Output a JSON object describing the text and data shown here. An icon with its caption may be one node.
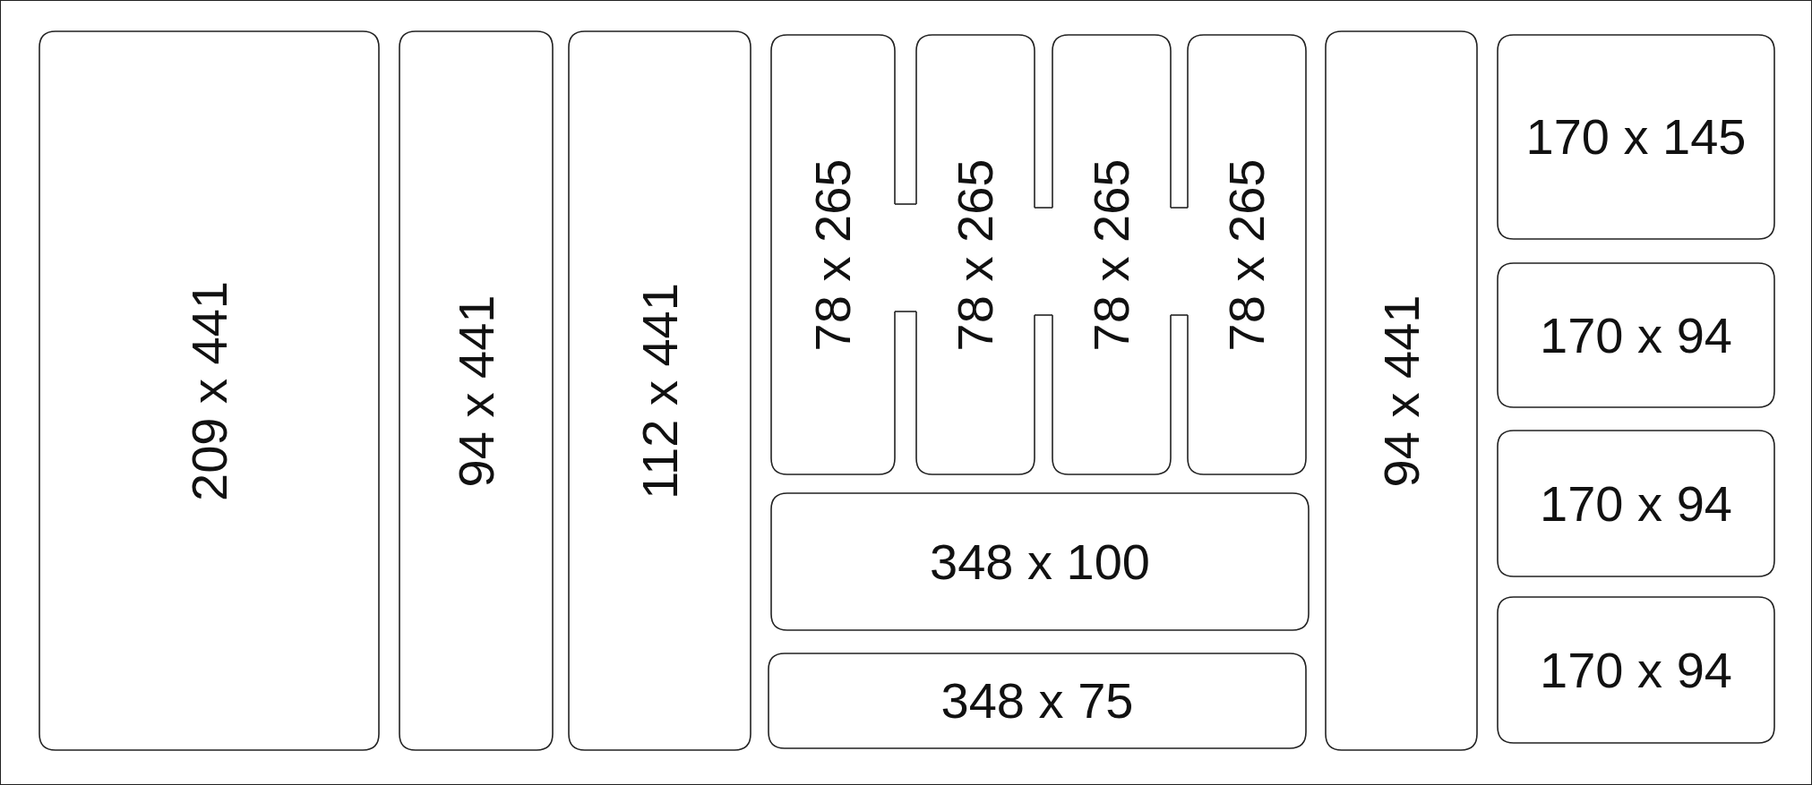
{
  "diagram": {
    "nodes": [
      {
        "text": [
          "209 x 441"
        ]
      },
      {
        "text": [
          "94 x 441"
        ]
      },
      {
        "text": [
          "112 x 441"
        ]
      },
      {
        "text": [
          "78 x 265"
        ]
      },
      {
        "text": [
          "78 x 265"
        ]
      },
      {
        "text": [
          "78 x 265"
        ]
      },
      {
        "text": [
          "78 x 265"
        ]
      },
      {
        "text": [
          "348 x 100"
        ]
      },
      {
        "text": [
          "348 x 75"
        ]
      },
      {
        "text": [
          "94 x 441"
        ]
      },
      {
        "text": [
          "170 x 145"
        ]
      },
      {
        "text": [
          "170 x 94"
        ]
      },
      {
        "text": [
          "170 x 94"
        ]
      },
      {
        "text": [
          "170 x 94"
        ]
      }
    ],
    "edges": [
      {
        "from": 3,
        "to": 4,
        "arrow": "none"
      },
      {
        "from": 3,
        "to": 4,
        "arrow": "none"
      },
      {
        "from": 4,
        "to": 5,
        "arrow": "none"
      },
      {
        "from": 4,
        "to": 5,
        "arrow": "none"
      },
      {
        "from": 5,
        "to": 6,
        "arrow": "none"
      },
      {
        "from": 5,
        "to": 6,
        "arrow": "none"
      }
    ]
  }
}
